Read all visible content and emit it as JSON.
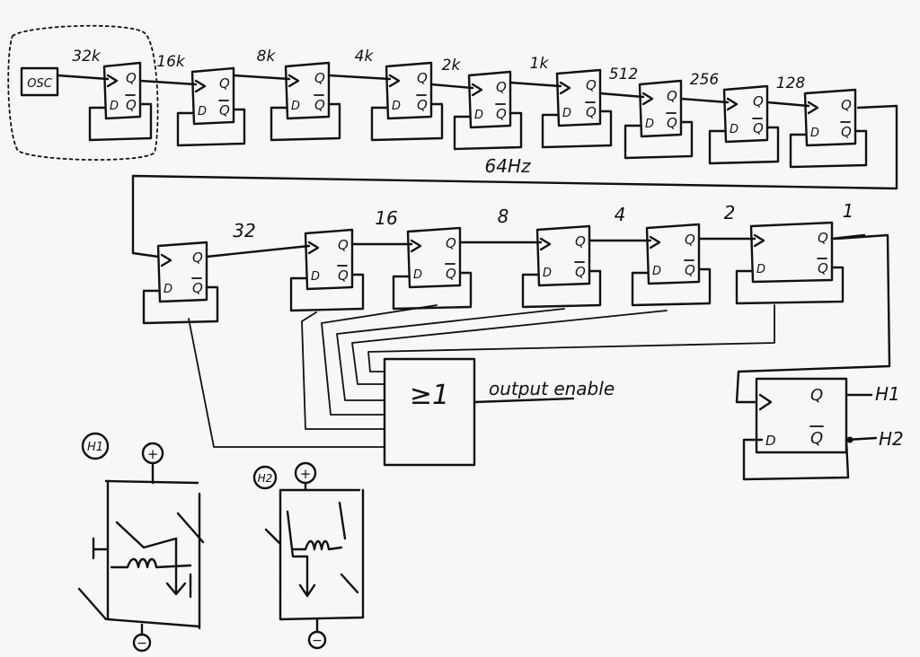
{
  "oscillator": {
    "label": "OSC"
  },
  "top_chain": {
    "frequencies": [
      "32k",
      "16k",
      "8k",
      "4k",
      "2k",
      "1k",
      "512",
      "256",
      "128"
    ],
    "output_label": "64Hz"
  },
  "bottom_chain": {
    "frequencies": [
      "32",
      "16",
      "8",
      "4",
      "2",
      "1"
    ]
  },
  "flipflop_pins": {
    "q": "Q",
    "qbar": "Q",
    "d": "D",
    "clock": ">"
  },
  "or_gate": {
    "symbol": "≥1",
    "label": "output enable"
  },
  "output_flipflop": {
    "q": "Q",
    "qbar": "Q",
    "d": "D",
    "out_q": "H1",
    "out_qbar": "H2"
  },
  "bridges": [
    {
      "tag": "H1",
      "top": "+",
      "bottom": "−"
    },
    {
      "tag": "H2",
      "top": "+",
      "bottom": "−"
    }
  ]
}
